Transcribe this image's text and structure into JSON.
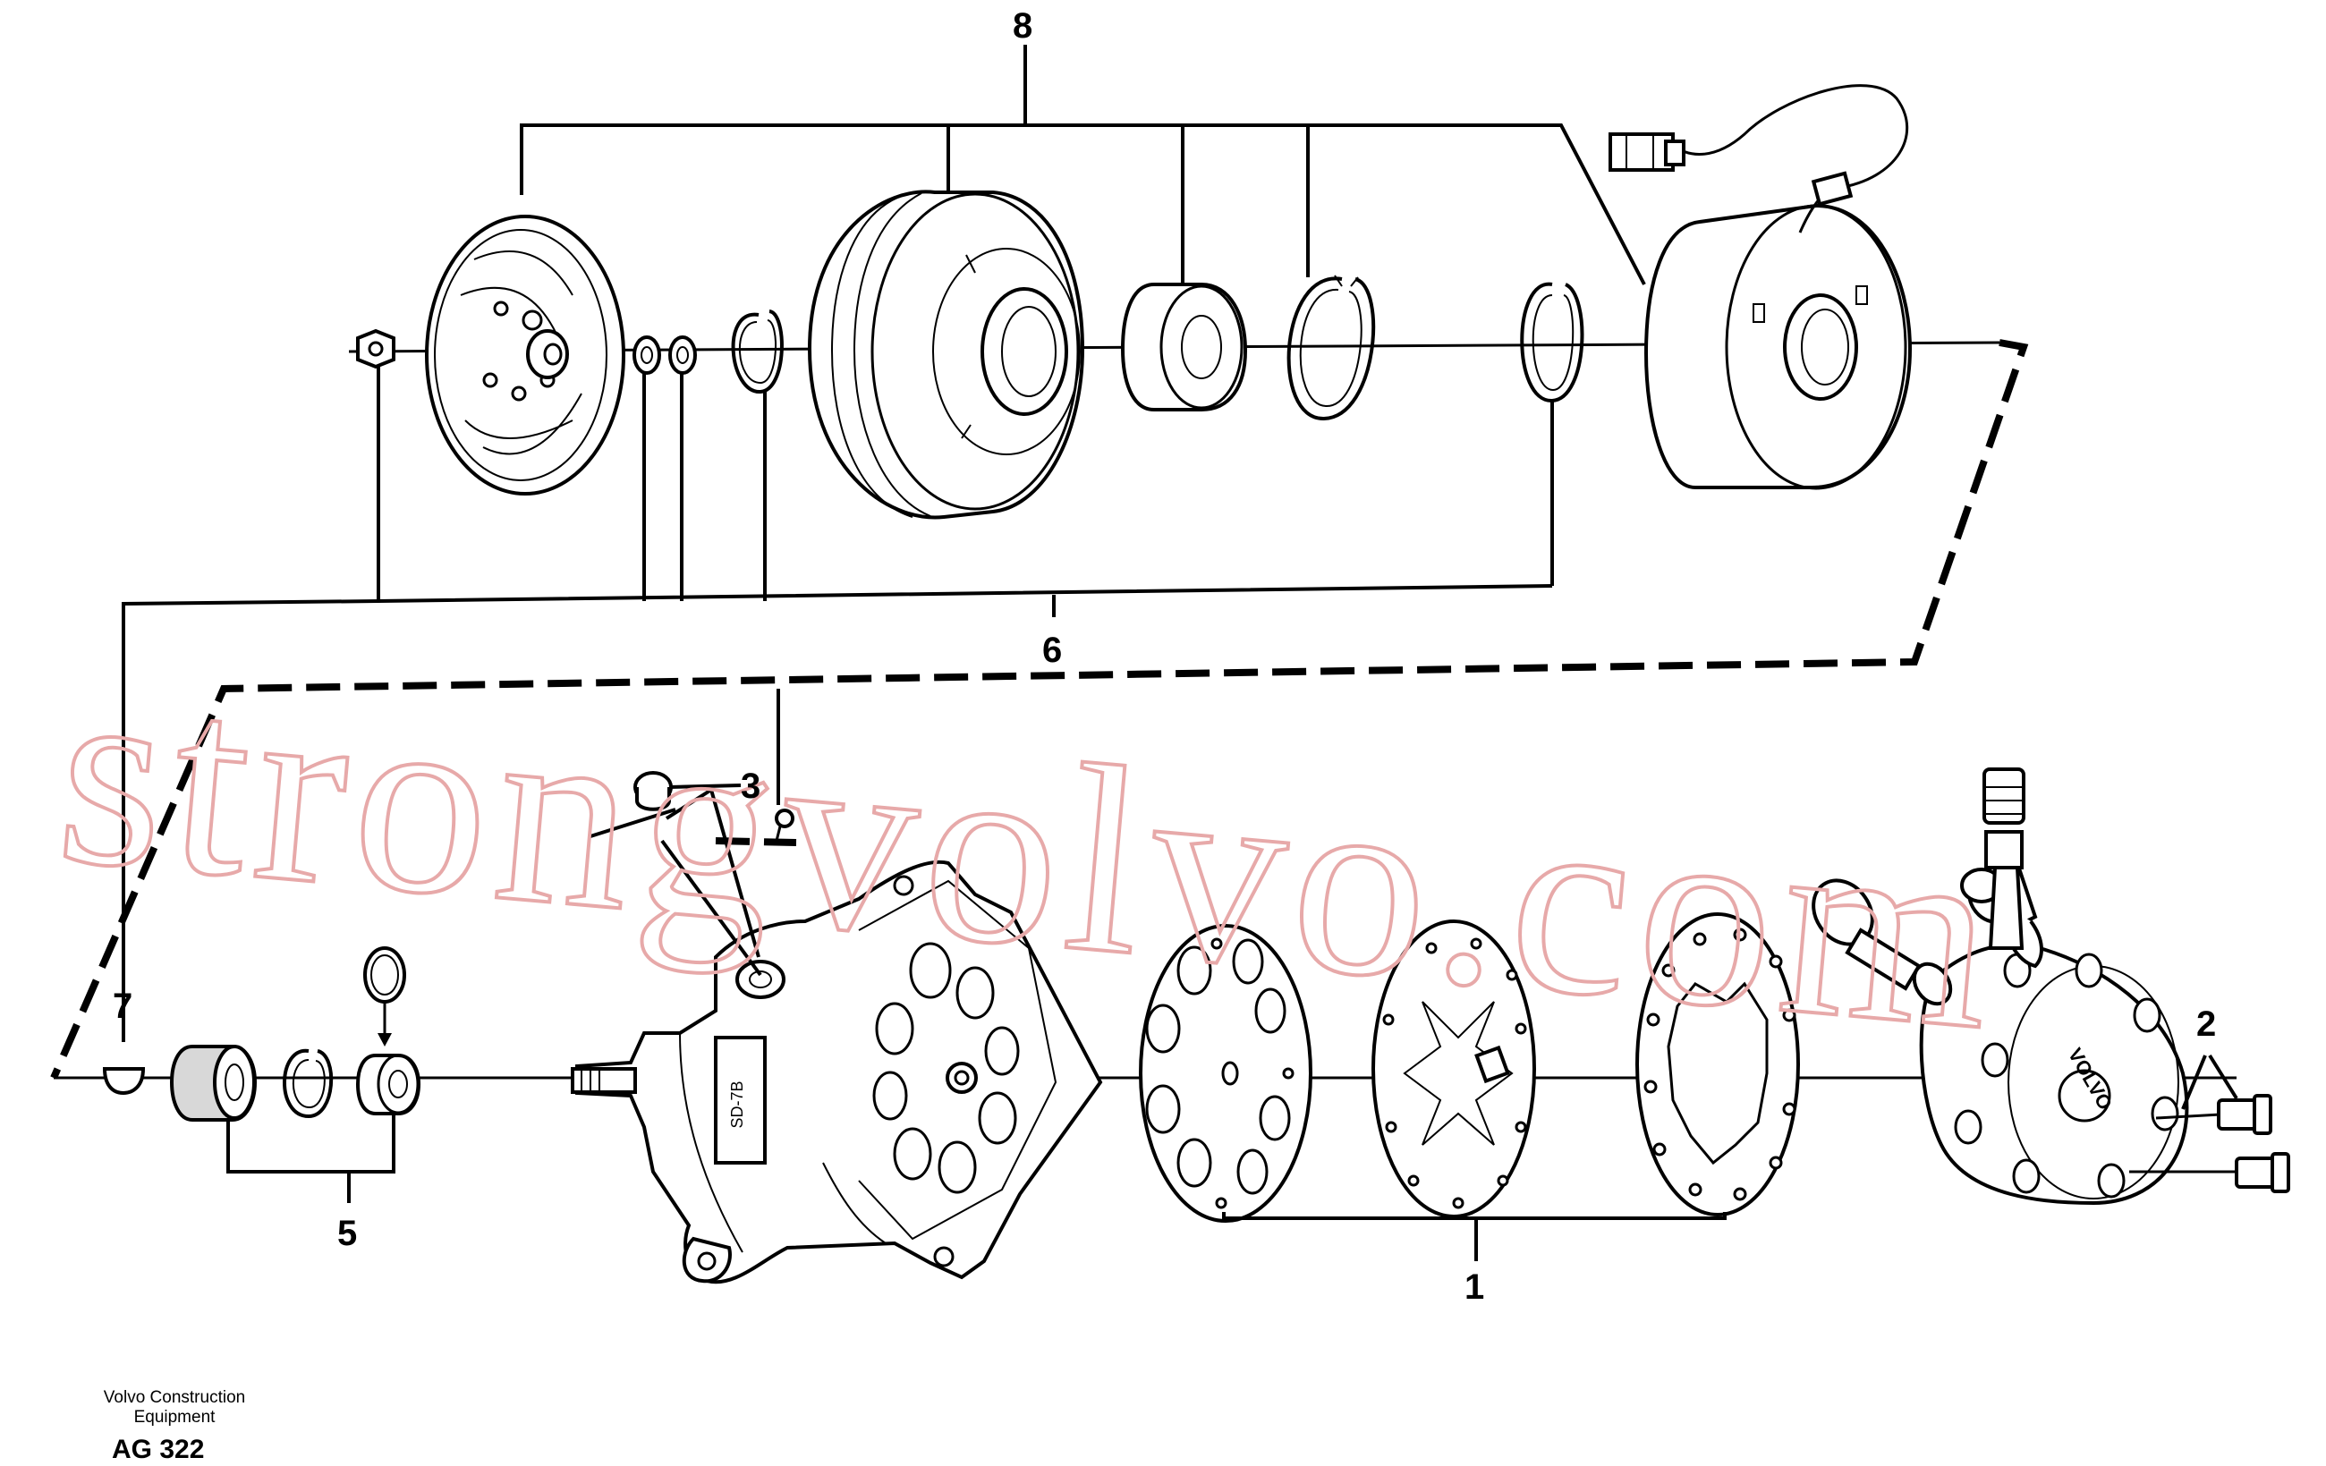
{
  "callouts": {
    "c1": "1",
    "c2": "2",
    "c3": "3",
    "c5": "5",
    "c6": "6",
    "c7": "7",
    "c8": "8"
  },
  "footer": {
    "line1": "Volvo Construction",
    "line2": "Equipment",
    "code": "AG 322"
  },
  "watermark": "strongvolvo.com",
  "part_markings": {
    "compressor_label": "SD-7B",
    "head_label": "VOLVO"
  }
}
